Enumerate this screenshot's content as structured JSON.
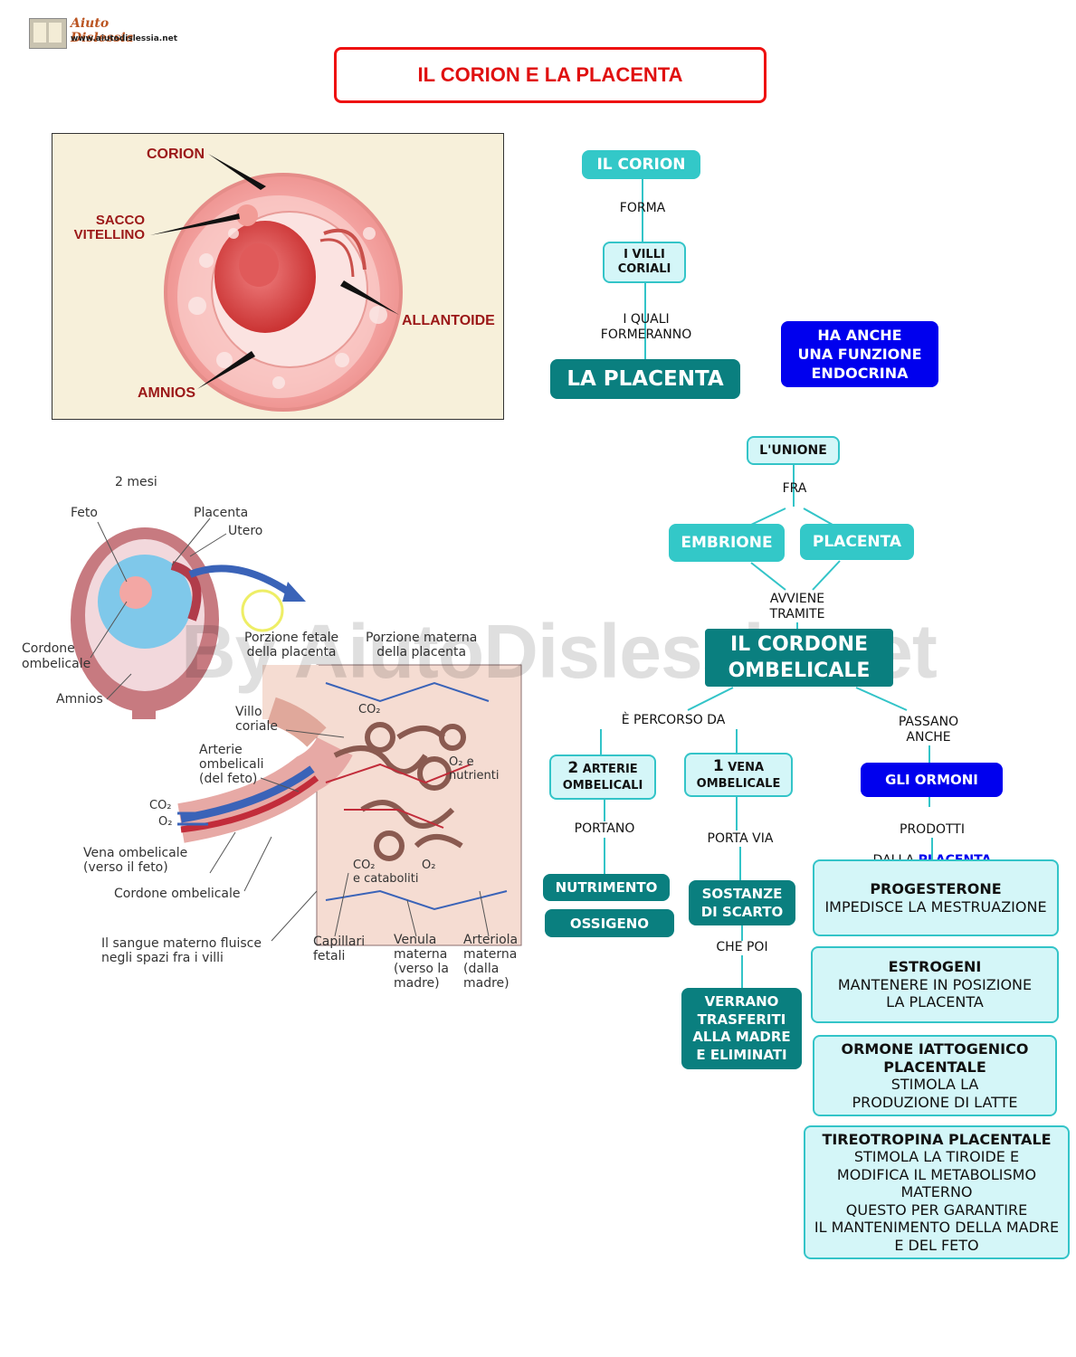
{
  "logo": {
    "name": "Aiuto Dislessia",
    "url": "www.aiutodislessia.net"
  },
  "title": "IL CORION E LA PLACENTA",
  "watermark": "By AiutoDislessia.net",
  "figure1": {
    "labels": {
      "corion": "CORION",
      "sacco": "SACCO\nVITELLINO",
      "allantoide": "ALLANTOIDE",
      "amnios": "AMNIOS"
    }
  },
  "figure2": {
    "labels": {
      "mesi": "2 mesi",
      "feto": "Feto",
      "placenta": "Placenta",
      "utero": "Utero",
      "cordone": "Cordone\nombelicale",
      "amnios": "Amnios",
      "porzione_fetale": "Porzione fetale\ndella placenta",
      "porzione_materna": "Porzione materna\ndella placenta",
      "villo": "Villo\ncoriale",
      "arterie": "Arterie\nombelicali\n(del feto)",
      "co2_a": "CO₂",
      "o2_a": "O₂",
      "co2_b": "CO₂",
      "o2_nutrienti": "O₂ e\nnutrienti",
      "co2_cataboliti": "CO₂\ne cataboliti",
      "o2_b": "O₂",
      "vena": "Vena ombelicale\n(verso il feto)",
      "cordone2": "Cordone ombelicale",
      "sangue": "Il sangue materno fluisce\nnegli spazi fra i villi",
      "capillari": "Capillari\nfetali",
      "venula": "Venula\nmaterna\n(verso la\nmadre)",
      "arteriola": "Arteriola\nmaterna\n(dalla\nmadre)"
    }
  },
  "map": {
    "corion": "IL CORION",
    "forma": "FORMA",
    "villi": "I VILLI\nCORIALI",
    "quali": "I QUALI\nFORMERANNO",
    "placenta_main": "LA PLACENTA",
    "endocrina": "HA ANCHE\nUNA  FUNZIONE\nENDOCRINA",
    "unione": "L'UNIONE",
    "fra": "FRA",
    "embrione": "EMBRIONE",
    "placenta": "PLACENTA",
    "avviene": "AVVIENE\nTRAMITE",
    "cordone": "IL CORDONE\nOMBELICALE",
    "percorso": "È PERCORSO DA",
    "passano": "PASSANO\nANCHE",
    "arterie_num": "2",
    "arterie_text": "ARTERIE",
    "arterie_text2": "OMBELICALI",
    "vena_num": "1",
    "vena_text": "VENA",
    "vena_text2": "OMBELICALE",
    "ormoni": "GLI ORMONI",
    "prodotti": "PRODOTTI",
    "dalla": "DALLA",
    "dalla_placenta": "PLACENTA",
    "portano": "PORTANO",
    "porta_via": "PORTA VIA",
    "nutrimento": "NUTRIMENTO",
    "ossigeno": "OSSIGENO",
    "scarto": "SOSTANZE\nDI SCARTO",
    "che_poi": "CHE POI",
    "trasferiti": "VERRANO\nTRASFERITI\nALLA MADRE\nE ELIMINATI",
    "progesterone_t": "PROGESTERONE",
    "progesterone_d": "IMPEDISCE LA MESTRUAZIONE",
    "estrogeni_t": "ESTROGENI",
    "estrogeni_d": "MANTENERE IN POSIZIONE\nLA PLACENTA",
    "iattogenico_t": "ORMONE IATTOGENICO\nPLACENTALE",
    "iattogenico_d": "STIMOLA LA\nPRODUZIONE DI LATTE",
    "tireo_t": "TIREOTROPINA PLACENTALE",
    "tireo_d": "STIMOLA LA TIROIDE E\nMODIFICA IL METABOLISMO\nMATERNO\nQUESTO PER GARANTIRE\nIL MANTENIMENTO DELLA MADRE\nE DEL FETO"
  }
}
